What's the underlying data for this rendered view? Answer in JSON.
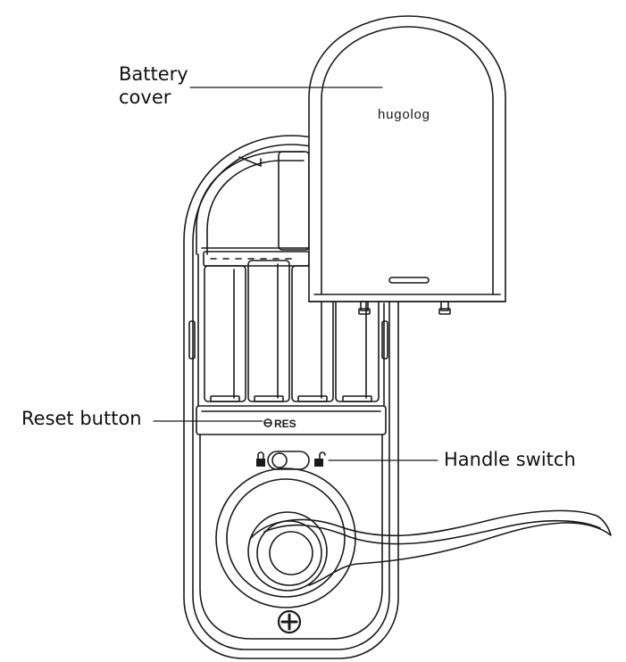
{
  "labels": {
    "battery_cover_line1": "Battery",
    "battery_cover_line2": "cover",
    "reset_button": "Reset button",
    "handle_switch": "Handle switch"
  },
  "product": {
    "brand_logo": "hugolog",
    "reset_marking": "RES"
  },
  "colors": {
    "line": "#1a1a1a",
    "background": "#ffffff"
  }
}
